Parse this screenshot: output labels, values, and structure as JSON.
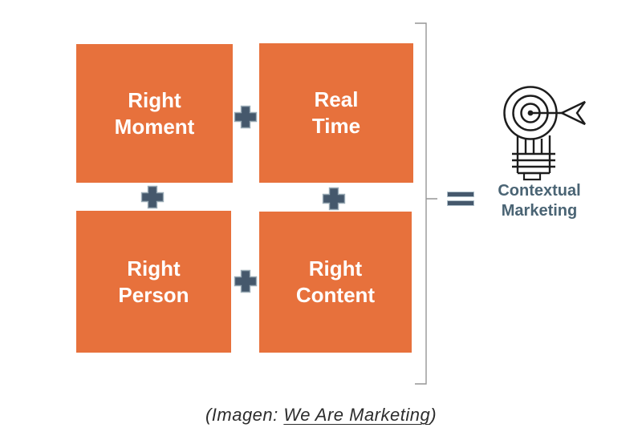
{
  "title": "Contextual Marketing equation diagram",
  "colors": {
    "box_fill": "#E7713C",
    "box_text": "#FFFFFF",
    "operator_fill": "#45586C",
    "operator_outline": "#9AABB6",
    "bracket_gray": "#969696",
    "icon_stroke": "#1D1D1D",
    "result_text": "#4A6474",
    "caption_text": "#2D2D2D"
  },
  "boxes": [
    {
      "id": "right-moment",
      "label": "Right\nMoment"
    },
    {
      "id": "real-time",
      "label": "Real\nTime"
    },
    {
      "id": "right-person",
      "label": "Right\nPerson"
    },
    {
      "id": "right-content",
      "label": "Right\nContent"
    }
  ],
  "operators": {
    "plus": "+",
    "equals": "="
  },
  "result": {
    "icon": "lightbulb-target-arrow-icon",
    "label": "Contextual\nMarketing"
  },
  "caption": {
    "prefix": "(Imagen: ",
    "link_text": "We Are Marketing",
    "suffix": ")"
  }
}
